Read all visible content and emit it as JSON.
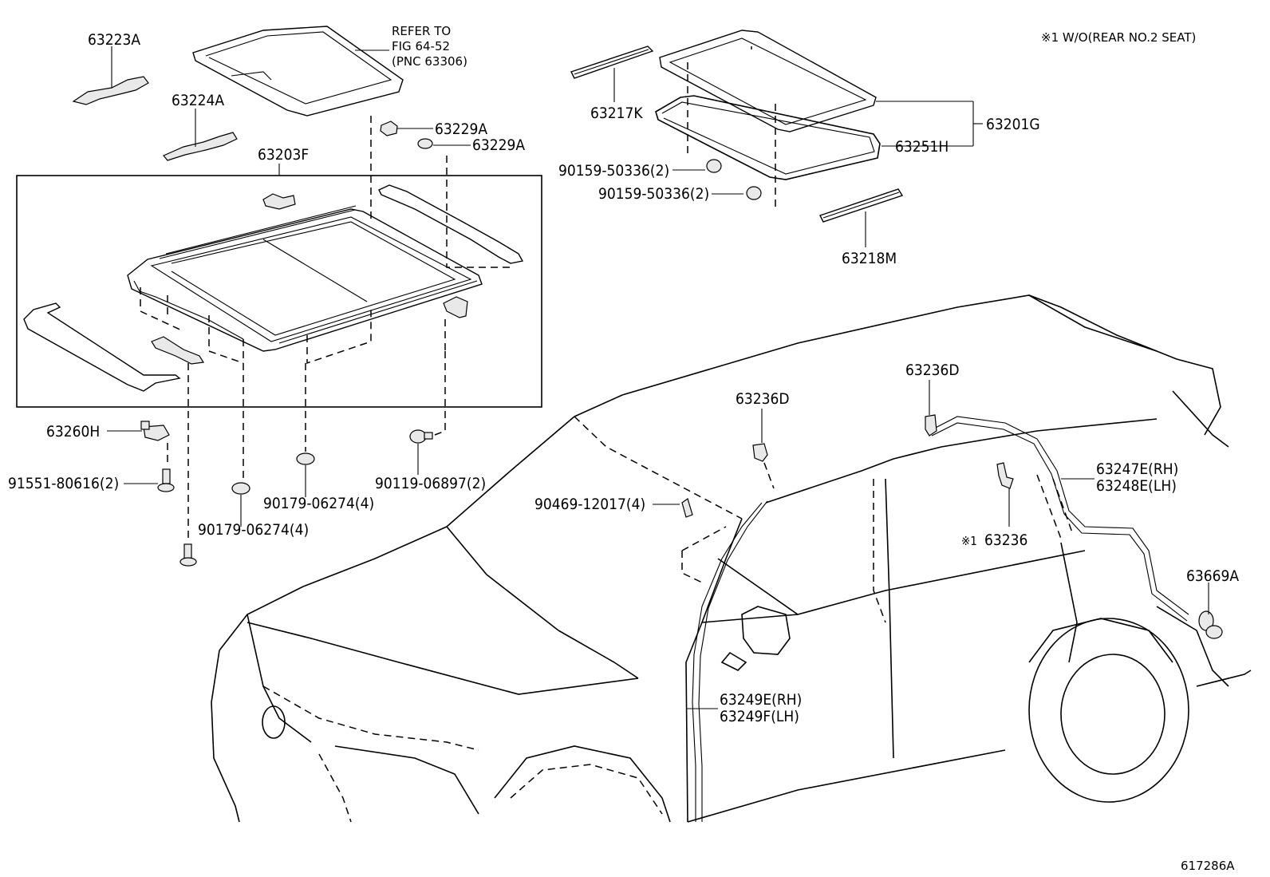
{
  "note": "※1  W/O(REAR NO.2 SEAT)",
  "figure_id": "617286A",
  "group_label": "63203F",
  "refer": {
    "line1": "REFER TO",
    "line2": "FIG 64-52",
    "line3": "(PNC 63306)"
  },
  "labels": {
    "p63223A": "63223A",
    "p63224A": "63224A",
    "p63229A_1": "63229A",
    "p63229A_2": "63229A",
    "p63217K": "63217K",
    "p63251H": "63251H",
    "p63201G": "63201G",
    "p63218M": "63218M",
    "p90159_1": "90159-50336(2)",
    "p90159_2": "90159-50336(2)",
    "p63260H": "63260H",
    "p91551": "91551-80616(2)",
    "p90179_1": "90179-06274(4)",
    "p90179_2": "90179-06274(4)",
    "p90119": "90119-06897(2)",
    "p90469": "90469-12017(4)",
    "p63236D_1": "63236D",
    "p63236D_2": "63236D",
    "p63247E": "63247E(RH)",
    "p63248E": "63248E(LH)",
    "p63236_mark": "※1",
    "p63236": "63236",
    "p63669A": "63669A",
    "p63249E": "63249E(RH)",
    "p63249F": "63249F(LH)"
  }
}
